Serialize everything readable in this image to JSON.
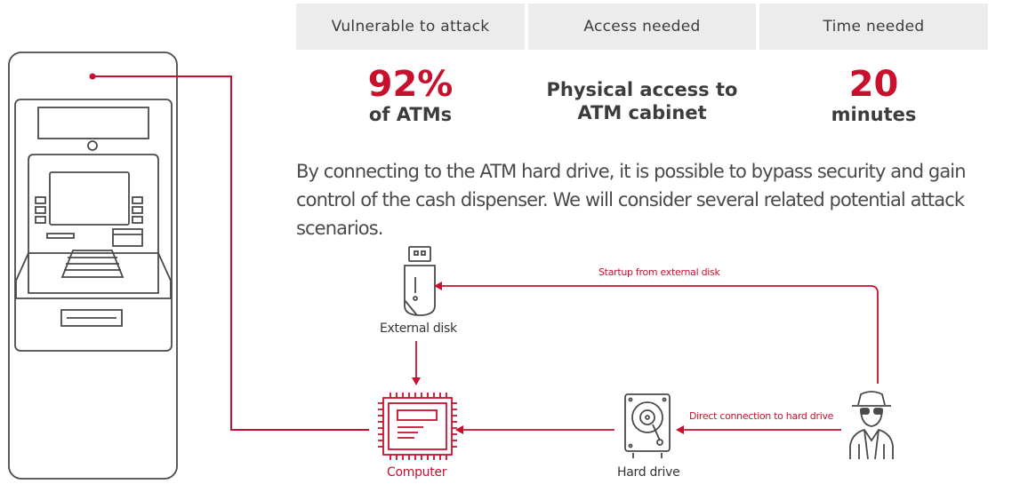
{
  "table": {
    "headers": [
      "Vulnerable to attack",
      "Access needed",
      "Time needed"
    ],
    "stats": [
      {
        "big": "92%",
        "sub": "of ATMs"
      },
      {
        "big": "",
        "sub_line1": "Physical access to",
        "sub_line2": "ATM cabinet"
      },
      {
        "big": "20",
        "sub": "minutes"
      }
    ]
  },
  "description": "By connecting to the ATM hard drive, it is possible to bypass security and gain control of the cash dispenser. We will consider several related potential attack scenarios.",
  "diagram": {
    "nodes": {
      "external_disk": "External disk",
      "computer": "Computer",
      "hard_drive": "Hard drive"
    },
    "arrows": {
      "startup": "Startup from external disk",
      "direct": "Direct connection to hard drive"
    }
  },
  "colors": {
    "accent": "#c8102e",
    "header_bg": "#ececec",
    "icon_gray": "#555555"
  }
}
